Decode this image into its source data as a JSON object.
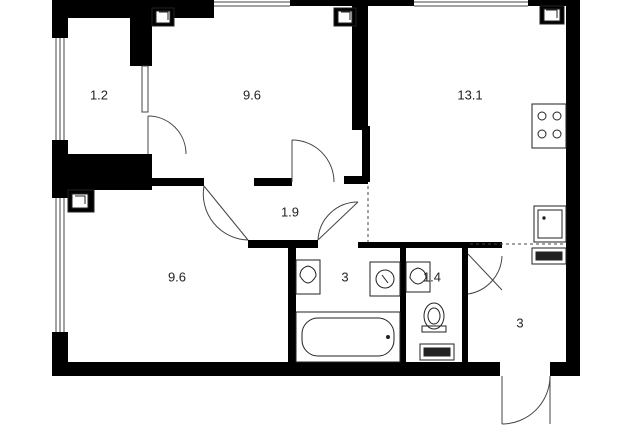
{
  "plan": {
    "wall_color": "#000000",
    "background": "#ffffff",
    "line_color": "#444444"
  },
  "rooms": [
    {
      "id": "balcony",
      "area": "1.2"
    },
    {
      "id": "bedroom-top",
      "area": "9.6"
    },
    {
      "id": "kitchen-living",
      "area": "13.1"
    },
    {
      "id": "hallway",
      "area": "1.9"
    },
    {
      "id": "bedroom-bottom",
      "area": "9.6"
    },
    {
      "id": "bathroom",
      "area": "3"
    },
    {
      "id": "toilet",
      "area": "1.4"
    },
    {
      "id": "entrance-hall",
      "area": "3"
    }
  ],
  "icons": [
    "radiator-icon",
    "stove-icon",
    "kitchen-sink-icon",
    "fridge-icon",
    "bath-sink-icon",
    "washing-machine-icon",
    "toilet-sink-icon",
    "toilet-icon",
    "bathtub-icon"
  ]
}
